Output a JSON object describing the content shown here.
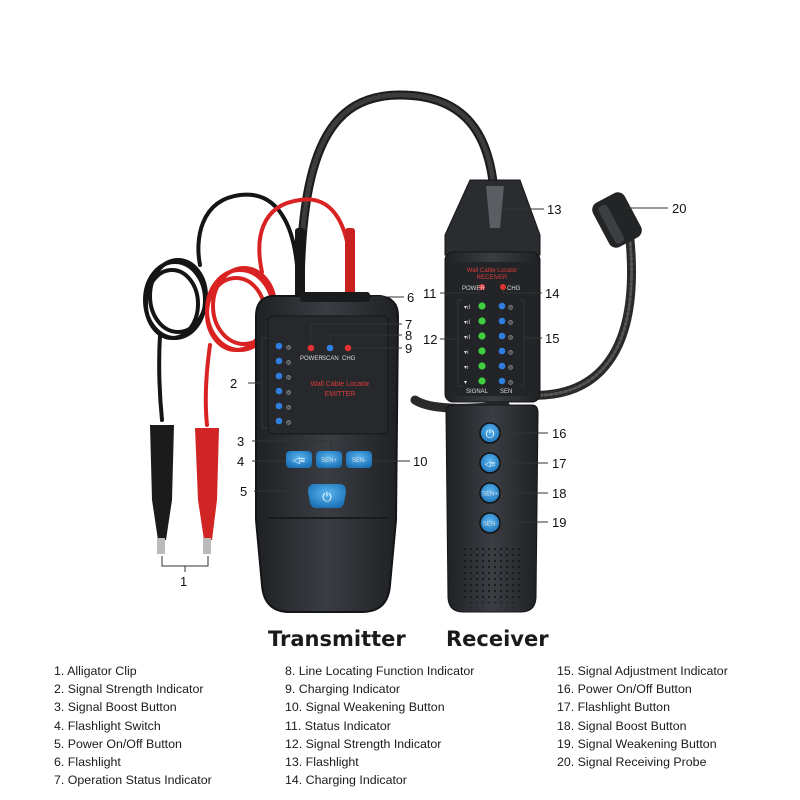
{
  "devices": {
    "transmitter": {
      "title": "Transmitter",
      "panel_text": {
        "line1": "Wall Cable Locator",
        "line2": "EMITTER"
      },
      "indicators": {
        "power": "POWER",
        "scan": "SCAN",
        "chg": "CHG"
      },
      "buttons": {
        "sen_plus": "SEN+",
        "sen_minus": "SEN-"
      }
    },
    "receiver": {
      "title": "Receiver",
      "panel_text": {
        "line1": "Wall Cable Locator",
        "line2": "RECEIVER"
      },
      "indicators": {
        "power": "POWER",
        "chg": "CHG",
        "signal": "SIGNAL",
        "sen": "SEN"
      },
      "buttons": {
        "sen_plus": "SEN+",
        "sen_minus": "SEN-"
      }
    }
  },
  "callouts": [
    "1",
    "2",
    "3",
    "4",
    "5",
    "6",
    "7",
    "8",
    "9",
    "10",
    "11",
    "12",
    "13",
    "14",
    "15",
    "16",
    "17",
    "18",
    "19",
    "20"
  ],
  "legend": {
    "col1": [
      "1. Alligator Clip",
      "2. Signal Strength Indicator",
      "3. Signal Boost Button",
      "4. Flashlight Switch",
      "5. Power On/Off Button",
      "6. Flashlight",
      "7. Operation Status Indicator"
    ],
    "col2": [
      "8. Line Locating Function Indicator",
      "9. Charging Indicator",
      "10. Signal Weakening Button",
      "11.  Status Indicator",
      "12. Signal Strength Indicator",
      "13. Flashlight",
      "14. Charging Indicator"
    ],
    "col3": [
      "15. Signal Adjustment Indicator",
      "16. Power On/Off Button",
      "17. Flashlight Button",
      "18. Signal Boost Button",
      "19. Signal Weakening Button",
      "20. Signal Receiving Probe"
    ]
  },
  "colors": {
    "device_body": "#2f3236",
    "device_edge": "#1c1e21",
    "button_blue": "#2a8fd6",
    "led_blue": "#2f7fe0",
    "led_green": "#3fcf3f",
    "led_red": "#e23232",
    "wire_red": "#d92323",
    "wire_black": "#151515",
    "callout_line": "#333333"
  }
}
